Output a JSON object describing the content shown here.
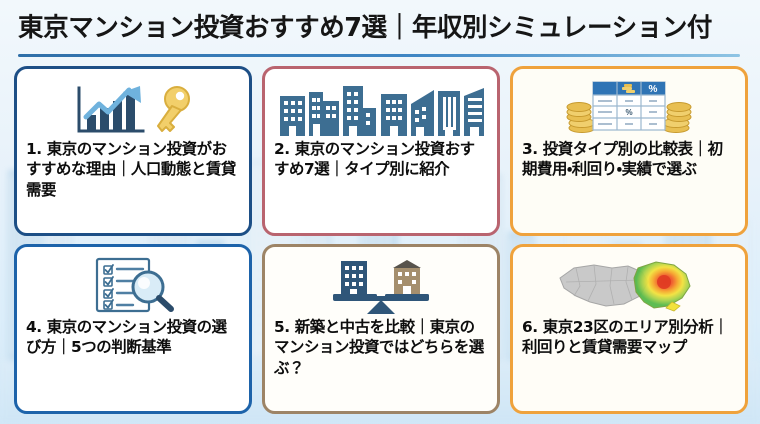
{
  "header": {
    "title": "東京マンション投資おすすめ7選｜年収別シミュレーション付",
    "rule_color": "#2f6fa8"
  },
  "theme": {
    "page_background": "#e8f2fa",
    "title_color": "#161616",
    "card_background": "#ffffff",
    "navy": "#1d4f86",
    "steel_blue": "#3d6e92",
    "light_blue": "#6fb2dd",
    "gold": "#f2cf6a",
    "orange": "#efa23c",
    "rose": "#b9646f",
    "brown": "#9d8466",
    "heat_red": "#e03b22",
    "heat_yellow": "#f2e23c",
    "heat_green": "#6fc04a",
    "map_gray": "#c9c9c9"
  },
  "cards": [
    {
      "number": "1.",
      "text": "1. 東京のマンション投資がおすすめな理由｜人口動態と賃貸需要",
      "icon": "growth-chart-key-icon",
      "border_color": "#1d4f86"
    },
    {
      "number": "2.",
      "text": "2. 東京のマンション投資おすすめ7選｜タイプ別に紹介",
      "icon": "city-skyline-icon",
      "border_color": "#b9646f",
      "building_count": 7
    },
    {
      "number": "3.",
      "text": "3. 投資タイプ別の比較表｜初期費用・利回り・実績で選ぶ",
      "icon": "comparison-table-coins-icon",
      "border_color": "#efa23c"
    },
    {
      "number": "4.",
      "text": "4. 東京のマンション投資の選び方｜5つの判断基準",
      "icon": "checklist-magnifier-icon",
      "border_color": "#1d63aa"
    },
    {
      "number": "5.",
      "text": "5. 新築と中古を比較｜東京のマンション投資ではどちらを選ぶ？",
      "icon": "balance-scale-buildings-icon",
      "border_color": "#9d8466"
    },
    {
      "number": "6.",
      "text": "6. 東京23区のエリア別分析｜利回りと賃貸需要マップ",
      "icon": "tokyo-heatmap-icon",
      "border_color": "#efa23c"
    }
  ]
}
